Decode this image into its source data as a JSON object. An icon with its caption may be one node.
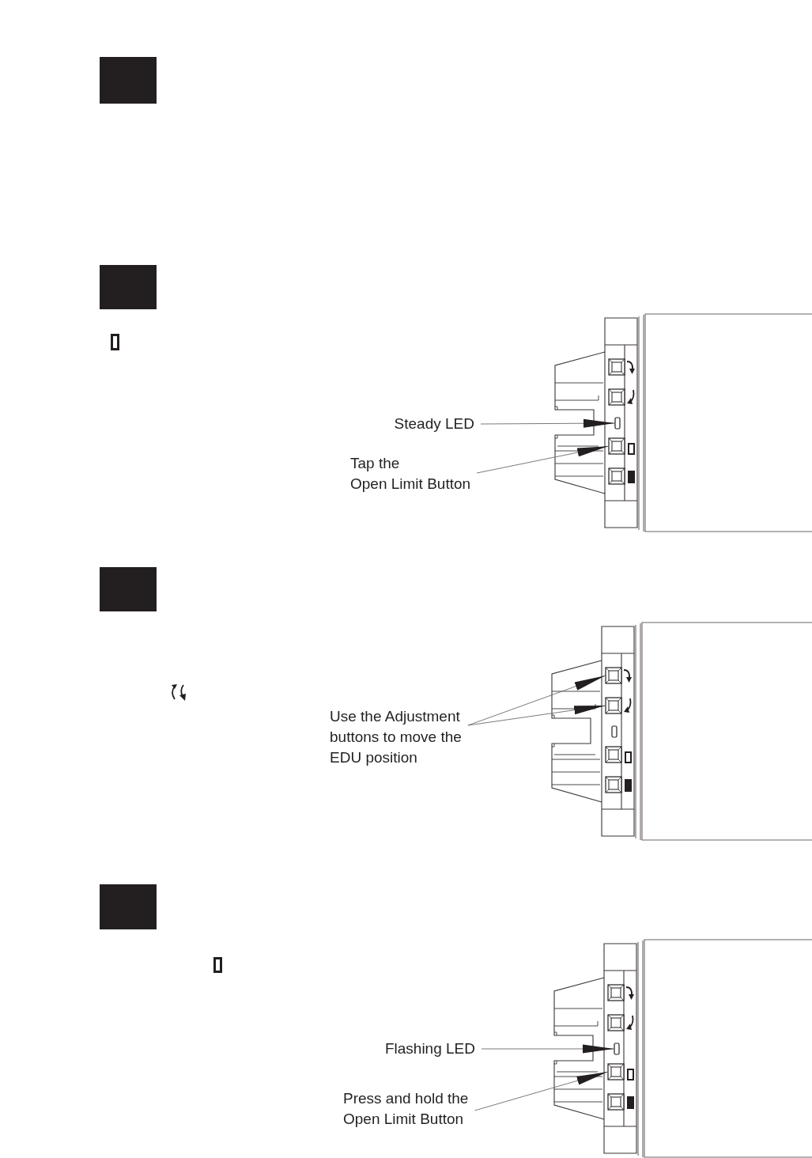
{
  "diagram": {
    "nodes": [
      {
        "text": [
          "Steady LED"
        ]
      },
      {
        "text": [
          "Tap the Open Limit Button"
        ]
      },
      {
        "text": [],
        "shape": "box"
      },
      {
        "text": [],
        "shape": "box"
      },
      {
        "text": [],
        "shape": "box"
      },
      {
        "text": [],
        "shape": "box"
      },
      {
        "text": [],
        "shape": "box"
      },
      {
        "text": [
          "Use the Adjustment buttons to move the EDU position"
        ]
      },
      {
        "text": [],
        "shape": "box"
      },
      {
        "text": [],
        "shape": "box"
      },
      {
        "text": [],
        "shape": "box"
      },
      {
        "text": [],
        "shape": "box"
      },
      {
        "text": [],
        "shape": "box"
      },
      {
        "text": [
          "Flashing LED"
        ]
      },
      {
        "text": [
          "Press and hold the Open Limit Button"
        ]
      },
      {
        "text": [],
        "shape": "box"
      },
      {
        "text": [],
        "shape": "box"
      },
      {
        "text": [],
        "shape": "box"
      },
      {
        "text": [],
        "shape": "box"
      },
      {
        "text": [],
        "shape": "box"
      }
    ],
    "edges": [
      {
        "from": 0,
        "to": 4,
        "arrow": "to"
      },
      {
        "from": 1,
        "to": 5,
        "arrow": "to"
      },
      {
        "from": 7,
        "to": 8,
        "arrow": "to"
      },
      {
        "from": 7,
        "to": 9,
        "arrow": "to"
      },
      {
        "from": 13,
        "to": 17,
        "arrow": "to"
      },
      {
        "from": 14,
        "to": 18,
        "arrow": "to"
      }
    ]
  }
}
